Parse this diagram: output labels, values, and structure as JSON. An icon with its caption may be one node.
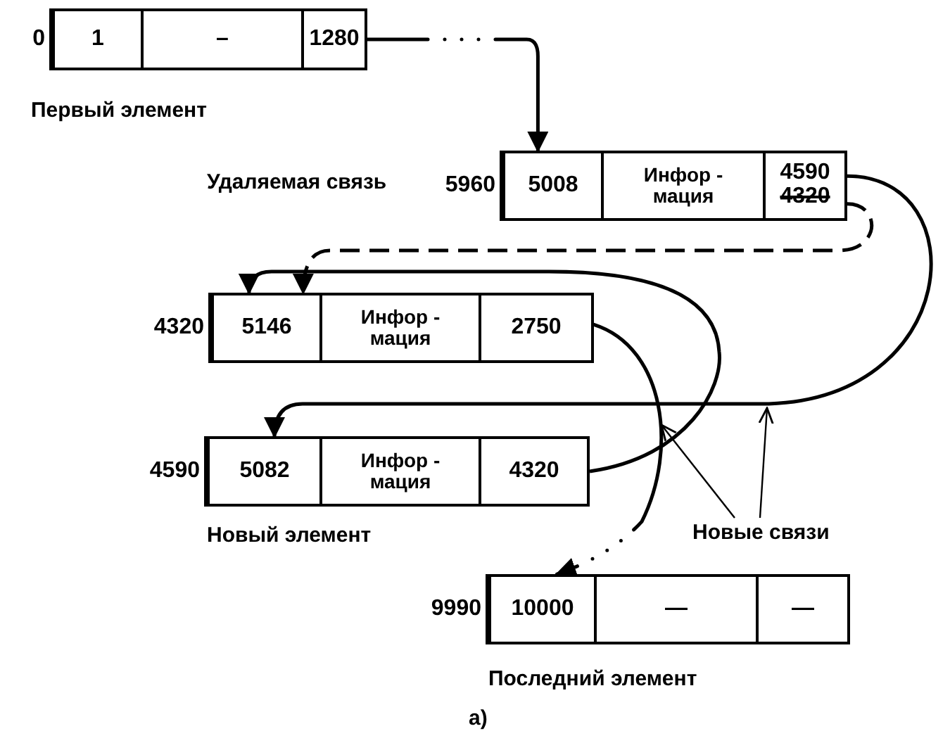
{
  "diagram": {
    "nodes": [
      {
        "text": [
          "0"
        ],
        "beside": [
          "Первый элемент"
        ]
      },
      {
        "text": [
          "1"
        ],
        "in": 0
      },
      {
        "text": [
          "–"
        ],
        "in": 0
      },
      {
        "text": [
          "1280"
        ],
        "in": 0
      },
      {
        "text": [
          "5960"
        ]
      },
      {
        "text": [
          "5008"
        ],
        "in": 4
      },
      {
        "text": [
          "Инфор - мация"
        ],
        "in": 4
      },
      {
        "text": [
          "4590",
          "4320"
        ],
        "in": 4
      },
      {
        "text": [
          "4320"
        ]
      },
      {
        "text": [
          "5146"
        ],
        "in": 8
      },
      {
        "text": [
          "Инфор - мация"
        ],
        "in": 8
      },
      {
        "text": [
          "2750"
        ],
        "in": 8
      },
      {
        "text": [
          "4590"
        ],
        "beside": [
          "Новый элемент"
        ]
      },
      {
        "text": [
          "5082"
        ],
        "in": 12
      },
      {
        "text": [
          "Инфор - мация"
        ],
        "in": 12
      },
      {
        "text": [
          "4320"
        ],
        "in": 12
      },
      {
        "text": [
          "9990"
        ],
        "beside": [
          "Последний элемент"
        ]
      },
      {
        "text": [
          "10000"
        ],
        "in": 16
      },
      {
        "text": [
          "—"
        ],
        "in": 16
      },
      {
        "text": [
          "—"
        ],
        "in": 16
      },
      {
        "text": [
          "Новые связи"
        ]
      }
    ],
    "edges": [
      {
        "from": 3,
        "to": 5,
        "arrow": "to",
        "style": "dashed"
      },
      {
        "from": 7,
        "to": 9,
        "arrow": "to",
        "style": "dashed",
        "label": "Удаляемая связь"
      },
      {
        "from": 7,
        "to": 13,
        "arrow": "to"
      },
      {
        "from": 15,
        "to": 9,
        "arrow": "to"
      },
      {
        "from": 11,
        "to": 17,
        "arrow": "to",
        "style": "dashed"
      },
      {
        "from": 20,
        "to": null,
        "arrow": "to"
      },
      {
        "from": 20,
        "to": null,
        "arrow": "to"
      }
    ],
    "labels": [
      "а)"
    ]
  }
}
